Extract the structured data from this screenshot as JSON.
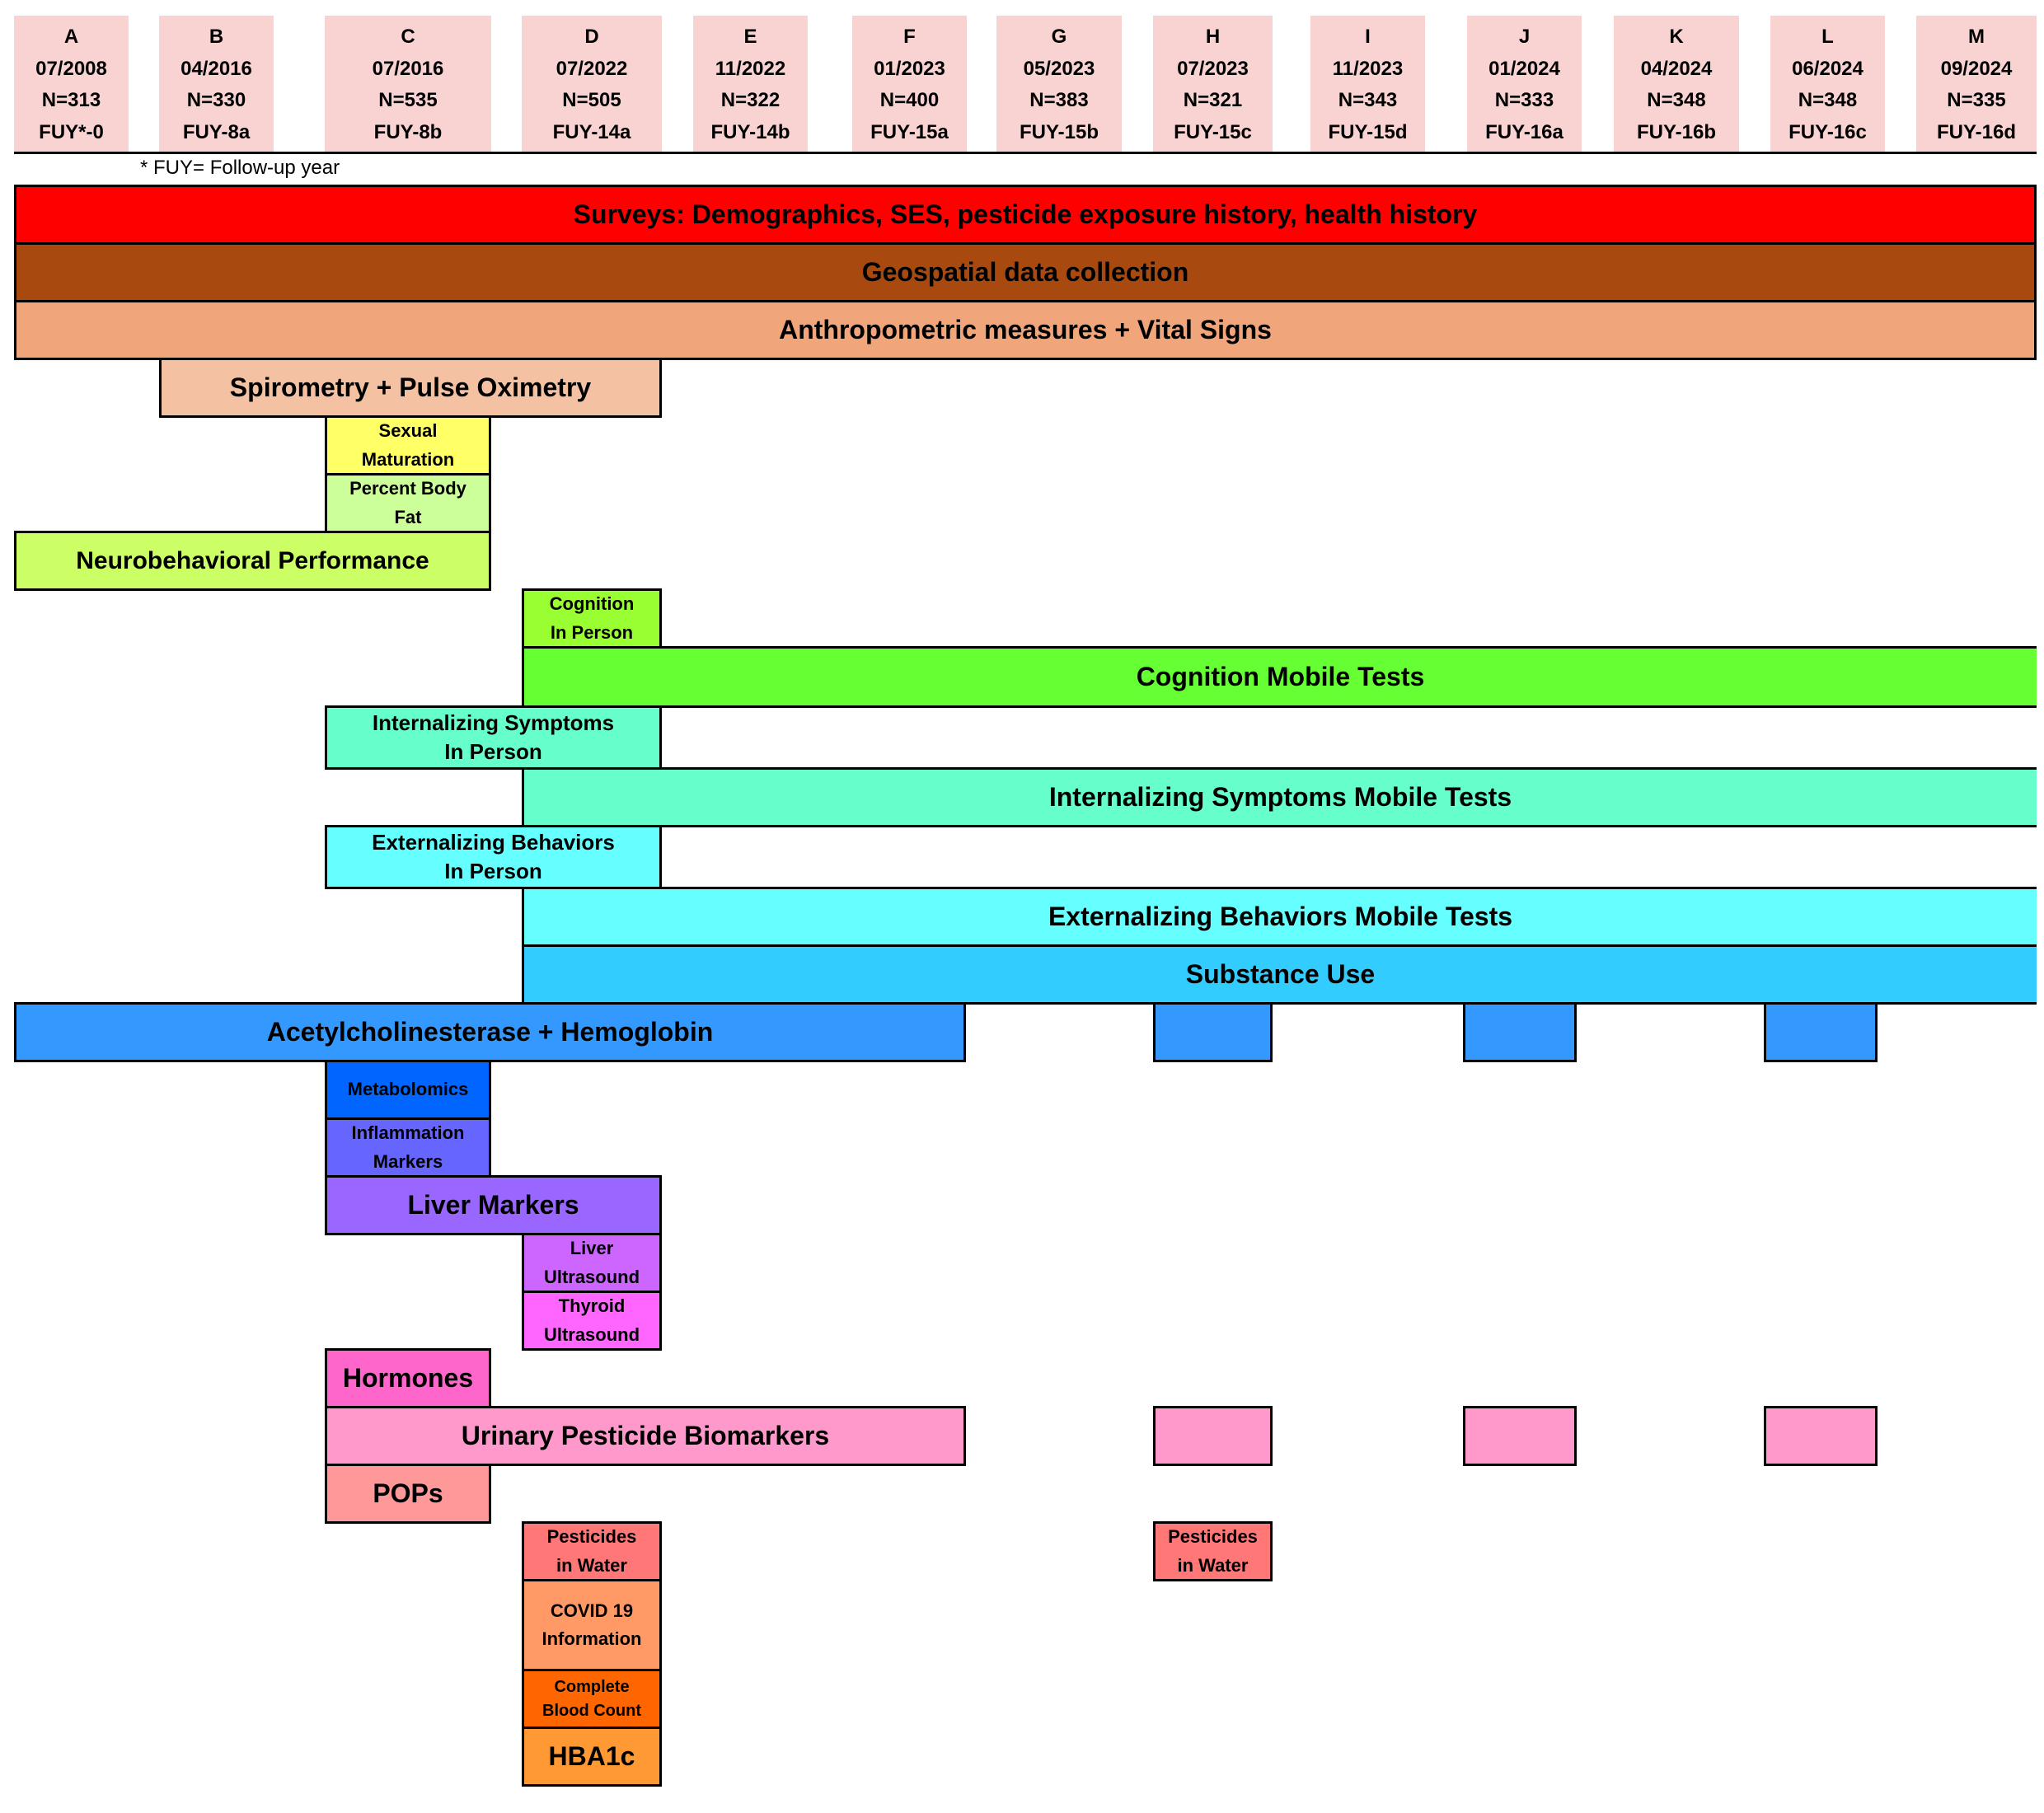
{
  "waves": [
    {
      "id": "A",
      "date": "07/2008",
      "n": "N=313",
      "fuy": "FUY*-0"
    },
    {
      "id": "B",
      "date": "04/2016",
      "n": "N=330",
      "fuy": "FUY-8a"
    },
    {
      "id": "C",
      "date": "07/2016",
      "n": "N=535",
      "fuy": "FUY-8b"
    },
    {
      "id": "D",
      "date": "07/2022",
      "n": "N=505",
      "fuy": "FUY-14a"
    },
    {
      "id": "E",
      "date": "11/2022",
      "n": "N=322",
      "fuy": "FUY-14b"
    },
    {
      "id": "F",
      "date": "01/2023",
      "n": "N=400",
      "fuy": "FUY-15a"
    },
    {
      "id": "G",
      "date": "05/2023",
      "n": "N=383",
      "fuy": "FUY-15b"
    },
    {
      "id": "H",
      "date": "07/2023",
      "n": "N=321",
      "fuy": "FUY-15c"
    },
    {
      "id": "I",
      "date": "11/2023",
      "n": "N=343",
      "fuy": "FUY-15d"
    },
    {
      "id": "J",
      "date": "01/2024",
      "n": "N=333",
      "fuy": "FUY-16a"
    },
    {
      "id": "K",
      "date": "04/2024",
      "n": "N=348",
      "fuy": "FUY-16b"
    },
    {
      "id": "L",
      "date": "06/2024",
      "n": "N=348",
      "fuy": "FUY-16c"
    },
    {
      "id": "M",
      "date": "09/2024",
      "n": "N=335",
      "fuy": "FUY-16d"
    }
  ],
  "footnote": "* FUY= Follow-up year",
  "measures": {
    "surveys": "Surveys: Demographics, SES, pesticide exposure history, health history",
    "geospatial": "Geospatial data collection",
    "anthropometric": "Anthropometric measures + Vital Signs",
    "spirometry": "Spirometry + Pulse Oximetry",
    "sexual_maturation": [
      "Sexual",
      "Maturation"
    ],
    "percent_body_fat": [
      "Percent Body",
      "Fat"
    ],
    "neurobehavioral": "Neurobehavioral Performance",
    "cognition_in_person": [
      "Cognition",
      "In Person"
    ],
    "cognition_mobile": "Cognition Mobile Tests",
    "internalizing_in_person": [
      "Internalizing Symptoms",
      "In Person"
    ],
    "internalizing_mobile": "Internalizing Symptoms Mobile Tests",
    "externalizing_in_person": [
      "Externalizing Behaviors",
      "In Person"
    ],
    "externalizing_mobile": "Externalizing Behaviors Mobile Tests",
    "substance_use": "Substance Use",
    "ache_hemoglobin": "Acetylcholinesterase + Hemoglobin",
    "metabolomics": "Metabolomics",
    "inflammation": [
      "Inflammation",
      "Markers"
    ],
    "liver_markers": "Liver Markers",
    "liver_ultrasound": [
      "Liver",
      "Ultrasound"
    ],
    "thyroid_ultrasound": [
      "Thyroid",
      "Ultrasound"
    ],
    "hormones": "Hormones",
    "urinary_pesticide": "Urinary Pesticide Biomarkers",
    "pops": "POPs",
    "pesticides_water": [
      "Pesticides",
      "in Water"
    ],
    "covid": [
      "COVID 19",
      "Information"
    ],
    "cbc": [
      "Complete",
      "Blood Count"
    ],
    "hba1c": "HBA1c"
  },
  "colors": {
    "header_bg": "#f9d2d2",
    "surveys": "#ff0000",
    "geospatial": "#a84a10",
    "anthropometric": "#f0a67a",
    "spirometry": "#f4c2a2",
    "sexual_maturation": "#ffff66",
    "percent_body_fat": "#ccff99",
    "neurobehavioral": "#ccff66",
    "cognition": "#66ff33",
    "internalizing": "#66ffcc",
    "externalizing": "#66ffff",
    "substance_use": "#33ccff",
    "ache": "#3399ff",
    "metabolomics": "#0066ff",
    "inflammation": "#6666ff",
    "liver_markers": "#9966ff",
    "liver_ultrasound": "#cc66ff",
    "thyroid_ultrasound": "#ff66ff",
    "hormones": "#ff66cc",
    "urinary": "#ff99cc",
    "pops": "#ff9999",
    "pesticides_water": "#ff7777",
    "covid": "#ff9966",
    "cbc": "#ff6600",
    "hba1c": "#ff9933"
  }
}
